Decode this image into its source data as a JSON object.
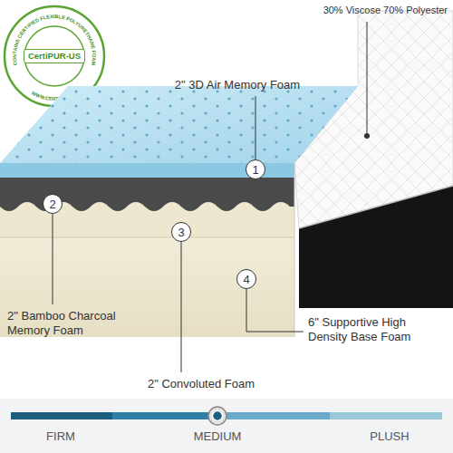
{
  "diagram": {
    "nodes": [
      {
        "text": [
          "1"
        ]
      },
      {
        "text": [
          "2"
        ]
      },
      {
        "text": [
          "3"
        ]
      },
      {
        "text": [
          "4"
        ]
      }
    ],
    "labels": [
      "CONTAINS CERTIFIED FLEXIBLE POLYURETHANE FOAM",
      "CertiPUR-US",
      "WWW.CERTIPUR.US",
      "30% Viscose 70% Polyester",
      "2\" 3D Air Memory Foam",
      "2\" Bamboo Charcoal Memory Foam",
      "2\" Convoluted Foam",
      "6\" Supportive High Density Base Foam",
      "FIRM",
      "MEDIUM",
      "PLUSH"
    ]
  }
}
